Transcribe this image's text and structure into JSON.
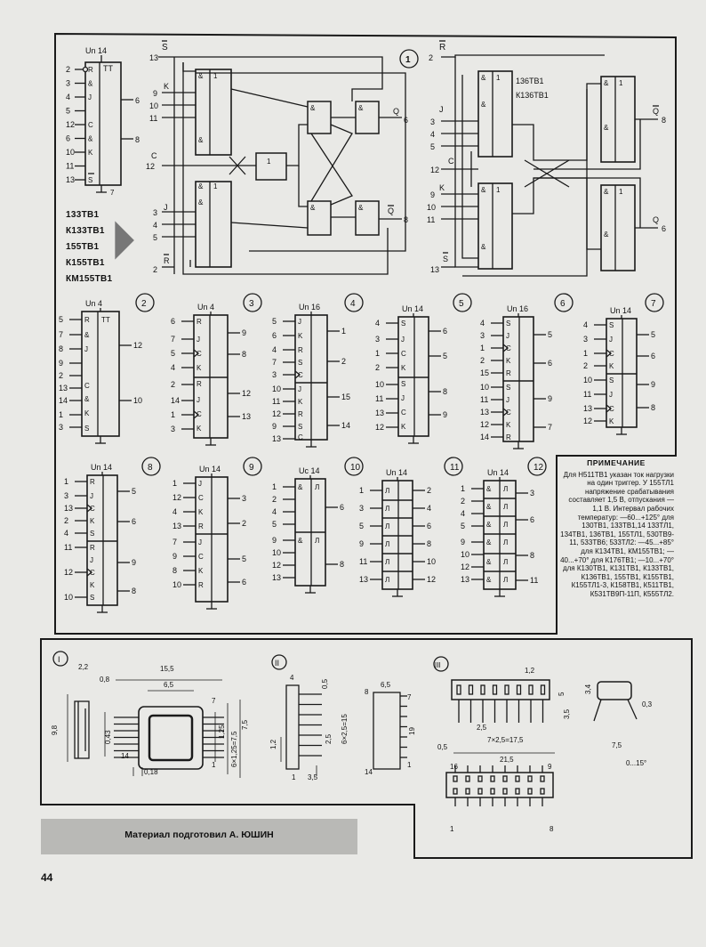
{
  "series_list": [
    "133ТВ1",
    "К133ТВ1",
    "155ТВ1",
    "К155ТВ1",
    "КМ155ТВ1"
  ],
  "diagram_numbers": [
    "1",
    "2",
    "3",
    "4",
    "5",
    "6",
    "7",
    "8",
    "9",
    "10",
    "11",
    "12"
  ],
  "pkg_numbers": [
    "I",
    "II",
    "III"
  ],
  "ic_header": {
    "un14": "Un 14",
    "un4": "Un 4",
    "un16": "Un 16",
    "uc14": "Uc 14"
  },
  "d1_left": {
    "pins_left": [
      {
        "p": "2",
        "s": "R"
      },
      {
        "p": "3",
        "s": "&"
      },
      {
        "p": "4",
        "s": "J"
      },
      {
        "p": "5",
        "s": ""
      },
      {
        "p": "12",
        "s": "C"
      },
      {
        "p": "6",
        "s": "&"
      },
      {
        "p": "10",
        "s": "K"
      },
      {
        "p": "11",
        "s": ""
      },
      {
        "p": "13",
        "s": "S"
      }
    ],
    "tt": "TT",
    "out6": "6",
    "out8": "8",
    "gnd": "7"
  },
  "d1_mid": {
    "in_s": "13",
    "s": "S",
    "r": "R",
    "in_r": "2",
    "ins_j": [
      "9",
      "10",
      "11"
    ],
    "c_pin": "12",
    "c": "C",
    "ins_k": [
      "3",
      "4",
      "5"
    ],
    "j": "J",
    "k": "K",
    "q": "Q",
    "q_pin": "6",
    "nq": "Q",
    "nq_pin": "8"
  },
  "d1_right": {
    "label1": "136ТВ1",
    "label2": "К136ТВ1",
    "in_r": "2",
    "r": "R",
    "j": "J",
    "ins_j": [
      "3",
      "4",
      "5"
    ],
    "c_pin": "12",
    "c": "C",
    "k": "K",
    "ins_k": [
      "9",
      "10",
      "11"
    ],
    "s_pin": "13",
    "s": "S",
    "q_pin": "8",
    "nq_pin": "6",
    "q": "Q"
  },
  "note": {
    "title": "ПРИМЕЧАНИЕ",
    "body": "Для Н511ТВ1 указан ток нагрузки на один триггер. У 155ТЛ1 напряжение срабатывания составляет 1,5 В, отпускания — 1,1 В. Интервал рабочих температур: —60...+125° для 130ТВ1, 133ТВ1,14 133ТЛ1, 134ТВ1, 136ТВ1, 155ТЛ1, 530ТВ9-11, 533ТВ6; 533ТЛ2: —45...+85° для К134ТВ1, КМ155ТВ1; —40...+70° для К176ТВ1; —10...+70° для К130ТВ1, К131ТВ1, К133ТВ1, К136ТВ1, 155ТВ1, К155ТВ1, К155ТЛ1-3, К158ТВ1, К511ТВ1, К531ТВ9П-11П, К555ТЛ2."
  },
  "pkg1_dims": [
    "2,2",
    "0,8",
    "15,5",
    "6,5",
    "9,8",
    "0,43",
    "1,25",
    "7,5",
    "6×1,25=7,5",
    "14",
    "0,18",
    "1",
    "7"
  ],
  "pkg2_dims": [
    "4",
    "0,5",
    "1,2",
    "2,5",
    "6×2,5=15",
    "1",
    "3,5",
    "6,5",
    "8",
    "7",
    "19",
    "14",
    "1"
  ],
  "pkg3_dims": [
    "1,2",
    "5",
    "3,4",
    "2,5",
    "3,5",
    "7×2,5=17,5",
    "0,5",
    "0,3",
    "7,5",
    "0...15°",
    "21,5",
    "16",
    "9",
    "1",
    "8"
  ],
  "credit": "Материал подготовил А. ЮШИН",
  "page_number": "44"
}
